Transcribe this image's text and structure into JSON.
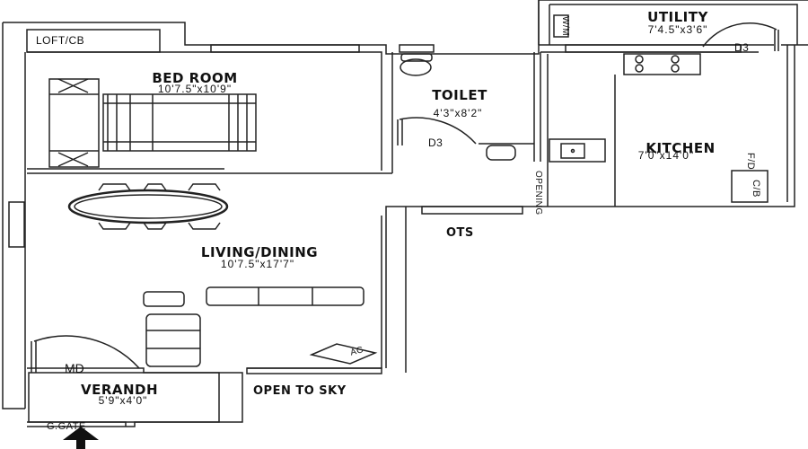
{
  "plan": {
    "rooms": [
      {
        "id": "bedroom",
        "name": "BED ROOM",
        "dimensions": "10'7.5\"x10'9\""
      },
      {
        "id": "toilet",
        "name": "TOILET",
        "dimensions": "4'3\"x8'2\""
      },
      {
        "id": "utility",
        "name": "UTILITY",
        "dimensions": "7'4.5\"x3'6\""
      },
      {
        "id": "kitchen",
        "name": "KITCHEN",
        "dimensions": "7'0\"x14'0\""
      },
      {
        "id": "living",
        "name": "LIVING/DINING",
        "dimensions": "10'7.5\"x17'7\""
      },
      {
        "id": "verandh",
        "name": "VERANDH",
        "dimensions": "5'9\"x4'0\""
      }
    ],
    "labels": {
      "loft": "LOFT/CB",
      "toilet_door": "D3",
      "utility_door": "D3",
      "main_door": "MD",
      "gate": "G.GATE",
      "ots": "OTS",
      "open_to_sky": "OPEN TO SKY",
      "opening": "OPENING",
      "wm": "W/M",
      "fd": "F/D",
      "cb": "C/B",
      "ac": "AC"
    },
    "colors": {
      "line": "#222222",
      "background": "#ffffff"
    }
  }
}
